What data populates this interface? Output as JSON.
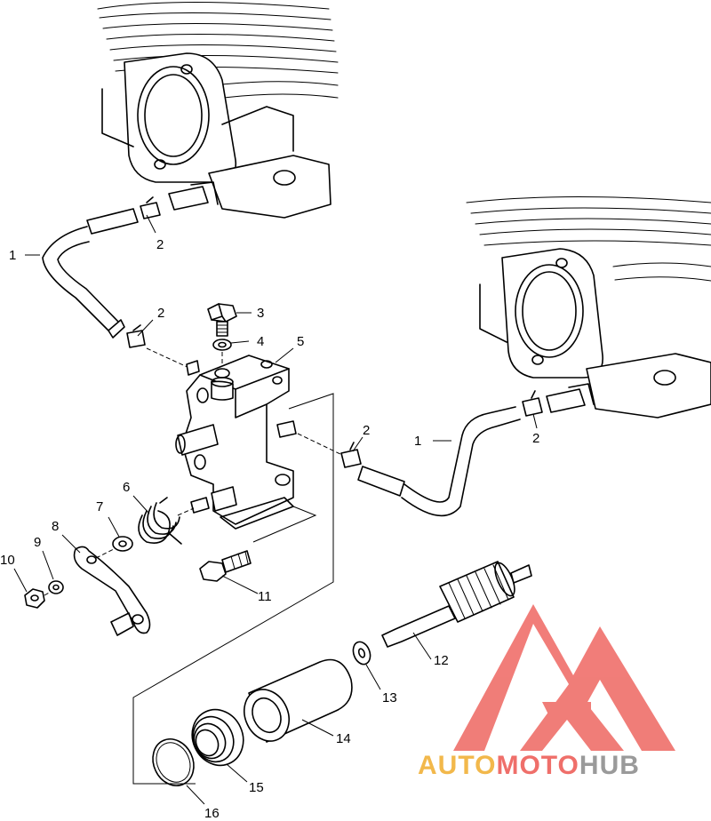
{
  "diagram": {
    "callouts": [
      {
        "id": "1a",
        "text": "1"
      },
      {
        "id": "2a",
        "text": "2"
      },
      {
        "id": "2b",
        "text": "2"
      },
      {
        "id": "3",
        "text": "3"
      },
      {
        "id": "4",
        "text": "4"
      },
      {
        "id": "5",
        "text": "5"
      },
      {
        "id": "2c",
        "text": "2"
      },
      {
        "id": "1b",
        "text": "1"
      },
      {
        "id": "2d",
        "text": "2"
      },
      {
        "id": "6",
        "text": "6"
      },
      {
        "id": "7",
        "text": "7"
      },
      {
        "id": "8",
        "text": "8"
      },
      {
        "id": "9",
        "text": "9"
      },
      {
        "id": "10",
        "text": "10"
      },
      {
        "id": "11",
        "text": "11"
      },
      {
        "id": "12",
        "text": "12"
      },
      {
        "id": "13",
        "text": "13"
      },
      {
        "id": "14",
        "text": "14"
      },
      {
        "id": "15",
        "text": "15"
      },
      {
        "id": "16",
        "text": "16"
      }
    ]
  },
  "watermark": {
    "brand_part1": "AUTO",
    "brand_part2": "MOTO",
    "brand_part3": "HUB",
    "color_part1": "#f2b84b",
    "color_part2": "#ef6f6a",
    "color_part3": "#9a9a9a",
    "logo_color": "#ef6f6a"
  }
}
